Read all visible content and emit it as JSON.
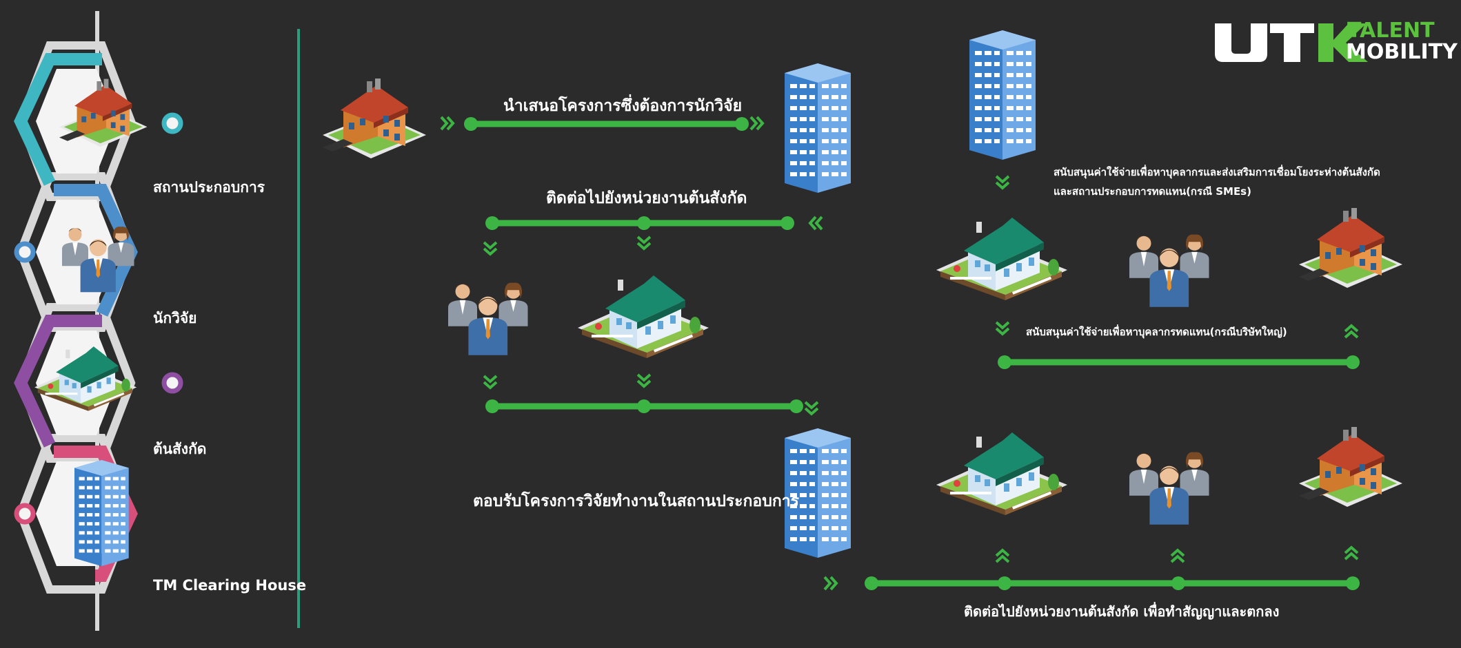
{
  "logo": {
    "mark": "UTK",
    "line1": "TALENT",
    "line2": "MOBILITY"
  },
  "legend": [
    {
      "label": "สถานประกอบการ",
      "icon": "factory-icon",
      "color": "#3fb7c2"
    },
    {
      "label": "นักวิจัย",
      "icon": "researchers-icon",
      "color": "#4d8fcb"
    },
    {
      "label": "ต้นสังกัด",
      "icon": "university-icon",
      "color": "#8e4fa3"
    },
    {
      "label": "TM Clearing House",
      "icon": "office-tower-icon",
      "color": "#d94f7b"
    }
  ],
  "flow": {
    "step1": "นำเสนอโครงการซึ่งต้องการนักวิจัย",
    "step2": "ติดต่อไปยังหน่วยงานต้นสังกัด",
    "step3": "ตอบรับโครงการวิจัยทำงานในสถานประกอบการ",
    "step4": "ติดต่อไปยังหน่วยงานต้นสังกัด เพื่อทำสัญญาและตกลง",
    "support1_line1": "สนับสนุนค่าใช้จ่ายเพื่อหาบุคลากรและส่งเสริมการเชื่อมโยงระห่างต้นสังกัด",
    "support1_line2": "และสถานประกอบการทดแทน(กรณี SMEs)",
    "support2": "สนับสนุนค่าใช้จ่ายเพื่อหาบุคลากรทดแทน(กรณีบริษัทใหญ่)"
  },
  "colors": {
    "background": "#2b2b2b",
    "flow_line": "#3cb544",
    "accent_green": "#5cc13f",
    "divider": "#2a9d7a"
  }
}
